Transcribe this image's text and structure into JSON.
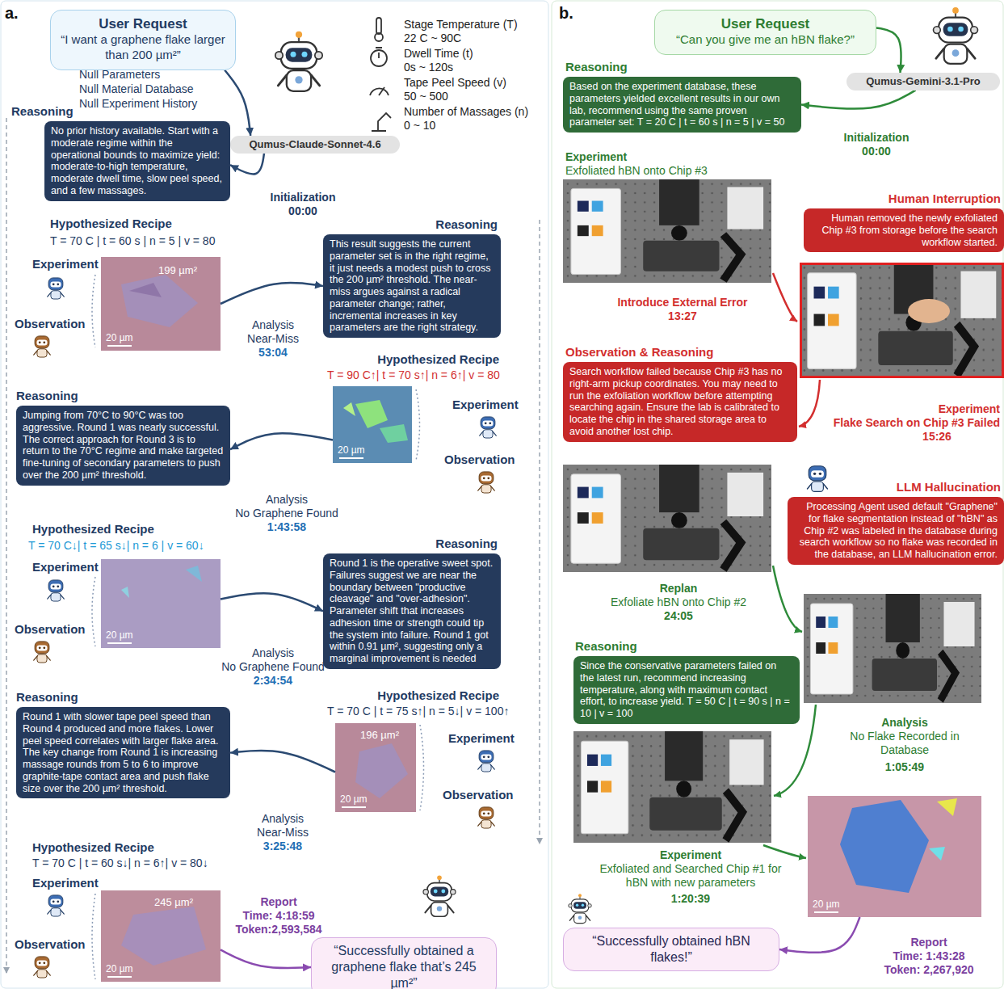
{
  "diagram": {
    "nodes": [
      {
        "text": [
          "User Request",
          "“I want a graphene flake larger than 200 µm²”"
        ]
      },
      {
        "text": [
          "Qumus-Claude-Sonnet-4.6"
        ]
      },
      {
        "text": [
          "Reasoning",
          "No prior history available. Start with a moderate regime within the operational bounds to maximize yield: moderate-to-high temperature, moderate dwell time, slow peel speed, and a few massages."
        ]
      },
      {
        "text": [
          "199 µm²",
          "20 µm"
        ]
      },
      {
        "text": [
          "Reasoning",
          "This result suggests the current parameter set is in the right regime, it just needs a modest push to cross the 200 µm² threshold. The near-miss argues against a radical parameter change; rather, incremental increases in key parameters are the right strategy."
        ]
      },
      {
        "text": [
          "20 µm"
        ]
      },
      {
        "text": [
          "Reasoning",
          "Jumping from 70°C to 90°C was too aggressive. Round 1 was nearly successful. The correct approach for Round 3 is to return to the 70°C regime and make targeted fine-tuning of secondary parameters to push over the 200 µm² threshold."
        ]
      },
      {
        "text": [
          "20 µm"
        ]
      },
      {
        "text": [
          "Reasoning",
          "Round 1 is the operative sweet spot. Failures suggest we are near the boundary between \"productive cleavage\" and \"over-adhesion\". Parameter shift that increases adhesion time or strength could tip the system into failure. Round 1 got within 0.91 µm², suggesting only a marginal improvement is needed"
        ]
      },
      {
        "text": [
          "196 µm²",
          "20 µm"
        ]
      },
      {
        "text": [
          "Reasoning",
          "Round 1 with slower tape peel speed than Round 4 produced and more flakes. Lower peel speed correlates with larger flake area. The key change from Round 1 is increasing massage rounds from 5 to 6 to improve graphite-tape contact area and push flake size over the 200 µm² threshold."
        ]
      },
      {
        "text": [
          "245 µm²",
          "20 µm"
        ]
      },
      {
        "text": [
          "“Successfully obtained a graphene flake that’s 245 µm²”"
        ]
      },
      {
        "text": [
          "User Request",
          "“Can you give me an hBN flake?”"
        ]
      },
      {
        "text": [
          "Qumus-Gemini-3.1-Pro"
        ]
      },
      {
        "text": [
          "Reasoning",
          "Based on the experiment database, these parameters yielded excellent results in our own lab, recommend using the same proven parameter set: T = 20 C | t = 60 s | n = 5 | v = 50"
        ]
      },
      {
        "text": [
          "Human Interruption",
          "Human removed the newly exfoliated Chip #3 from storage before the search workflow started."
        ]
      },
      {
        "text": [
          "Observation & Reasoning",
          "Search workflow failed because Chip #3 has no right-arm pickup coordinates. You may need to run the exfoliation workflow before attempting searching again. Ensure the lab is calibrated to locate the chip in the shared storage area to avoid another lost chip."
        ]
      },
      {
        "text": [
          "LLM Hallucination",
          "Processing Agent used default \"Graphene\" for flake segmentation instead of \"hBN\" as Chip #2 was labeled in the database during search workflow so no flake was recorded in the database, an LLM hallucination error."
        ]
      },
      {
        "text": [
          "Reasoning",
          "Since the conservative parameters failed on the latest run, recommend increasing temperature, along with maximum contact effort, to increase yield. T = 50 C | t = 90 s | n = 10 | v = 100"
        ]
      },
      {
        "text": [
          "20 µm"
        ]
      },
      {
        "text": [
          "“Successfully obtained hBN flakes!”"
        ]
      }
    ],
    "edges": [
      {
        "from": 0,
        "to": 1,
        "arrow": "to"
      },
      {
        "from": 1,
        "to": 2,
        "arrow": "to"
      },
      {
        "from": 3,
        "to": 4,
        "arrow": "to"
      },
      {
        "from": 5,
        "to": 6,
        "arrow": "to"
      },
      {
        "from": 7,
        "to": 8,
        "arrow": "to"
      },
      {
        "from": 9,
        "to": 10,
        "arrow": "to"
      },
      {
        "from": 11,
        "to": 12,
        "arrow": "to"
      },
      {
        "from": 13,
        "to": 14,
        "arrow": "to"
      },
      {
        "from": 14,
        "to": 15,
        "arrow": "to"
      },
      {
        "from": 20,
        "to": 21,
        "arrow": "to"
      }
    ],
    "labels": [
      "a.",
      "Null Parameters",
      "Null Material Database",
      "Null Experiment History",
      "Stage Temperature (T)",
      "22 C ~ 90C",
      "Dwell Time (t)",
      "0s ~ 120s",
      "Tape Peel Speed (v)",
      "50 ~ 500",
      "Number of Massages (n)",
      "0 ~ 10",
      "Initialization",
      "00:00",
      "Hypothesized Recipe",
      "T = 70 C | t = 60 s | n = 5 | v = 80",
      "Experiment",
      "Observation",
      "Analysis",
      "Near-Miss",
      "53:04",
      "Hypothesized Recipe",
      "T = 90 C↑| t = 70 s↑| n = 6↑| v = 80",
      "Experiment",
      "Observation",
      "Analysis",
      "No Graphene Found",
      "1:43:58",
      "Hypothesized Recipe",
      "T = 70 C↓| t = 65 s↓| n = 6 | v = 60↓",
      "Experiment",
      "Observation",
      "Analysis",
      "No Graphene Found",
      "2:34:54",
      "Hypothesized Recipe",
      "T = 70 C | t = 75 s↑| n = 5↓| v = 100↑",
      "Experiment",
      "Observation",
      "Analysis",
      "Near-Miss",
      "3:25:48",
      "Hypothesized Recipe",
      "T = 70 C | t = 60 s↓| n = 6↑| v = 80↓",
      "Experiment",
      "Observation",
      "Report",
      "Time: 4:18:59",
      "Token:2,593,584",
      "b.",
      "Initialization",
      "00:00",
      "Experiment",
      "Exfoliated hBN onto Chip #3",
      "Introduce External Error",
      "13:27",
      "Experiment",
      "Flake Search on Chip #3 Failed",
      "15:26",
      "Replan",
      "Exfoliate hBN onto Chip #2",
      "24:05",
      "Analysis",
      "No Flake Recorded in Database",
      "1:05:49",
      "Experiment",
      "Exfoliated and Searched Chip #1 for hBN with new parameters",
      "1:20:39",
      "Report",
      "Time: 1:43:28",
      "Token: 2,267,920"
    ]
  }
}
